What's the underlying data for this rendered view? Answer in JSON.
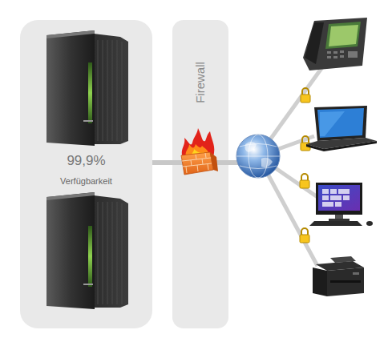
{
  "diagram": {
    "nodes": [
      {
        "text": [
          "99,9%",
          "Verfügbarkeit"
        ]
      },
      {
        "text": [
          "Firewall"
        ]
      }
    ],
    "edges": [
      {
        "from": 0,
        "to": 1,
        "arrow": "none"
      }
    ]
  }
}
